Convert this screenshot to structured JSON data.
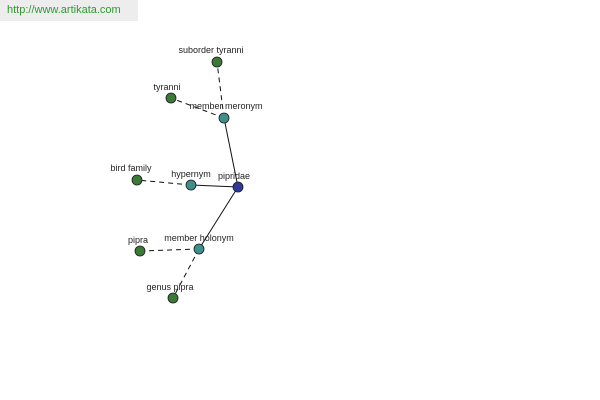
{
  "header": {
    "url": "http://www.artikata.com"
  },
  "colors": {
    "word_node": "#2e3a9a",
    "relation_node": "#3f8f8f",
    "leaf_node": "#3a7a36",
    "url_text": "#2f9a2f",
    "edge": "#111111"
  },
  "graph": {
    "nodes": [
      {
        "id": "pipridae",
        "label": "pipridae",
        "kind": "word"
      },
      {
        "id": "member_meronym",
        "label": "member meronym",
        "kind": "relation"
      },
      {
        "id": "hypernym",
        "label": "hypernym",
        "kind": "relation"
      },
      {
        "id": "member_holonym",
        "label": "member holonym",
        "kind": "relation"
      },
      {
        "id": "suborder_tyranni",
        "label": "suborder tyranni",
        "kind": "leaf"
      },
      {
        "id": "tyranni",
        "label": "tyranni",
        "kind": "leaf"
      },
      {
        "id": "bird_family",
        "label": "bird family",
        "kind": "leaf"
      },
      {
        "id": "pipra",
        "label": "pipra",
        "kind": "leaf"
      },
      {
        "id": "genus_pipra",
        "label": "genus pipra",
        "kind": "leaf"
      }
    ],
    "edges": [
      {
        "from": "pipridae",
        "to": "member_meronym",
        "style": "solid"
      },
      {
        "from": "pipridae",
        "to": "hypernym",
        "style": "solid"
      },
      {
        "from": "pipridae",
        "to": "member_holonym",
        "style": "solid"
      },
      {
        "from": "member_meronym",
        "to": "suborder_tyranni",
        "style": "dashed"
      },
      {
        "from": "member_meronym",
        "to": "tyranni",
        "style": "dashed"
      },
      {
        "from": "hypernym",
        "to": "bird_family",
        "style": "dashed"
      },
      {
        "from": "member_holonym",
        "to": "pipra",
        "style": "dashed"
      },
      {
        "from": "member_holonym",
        "to": "genus_pipra",
        "style": "dashed"
      }
    ]
  }
}
